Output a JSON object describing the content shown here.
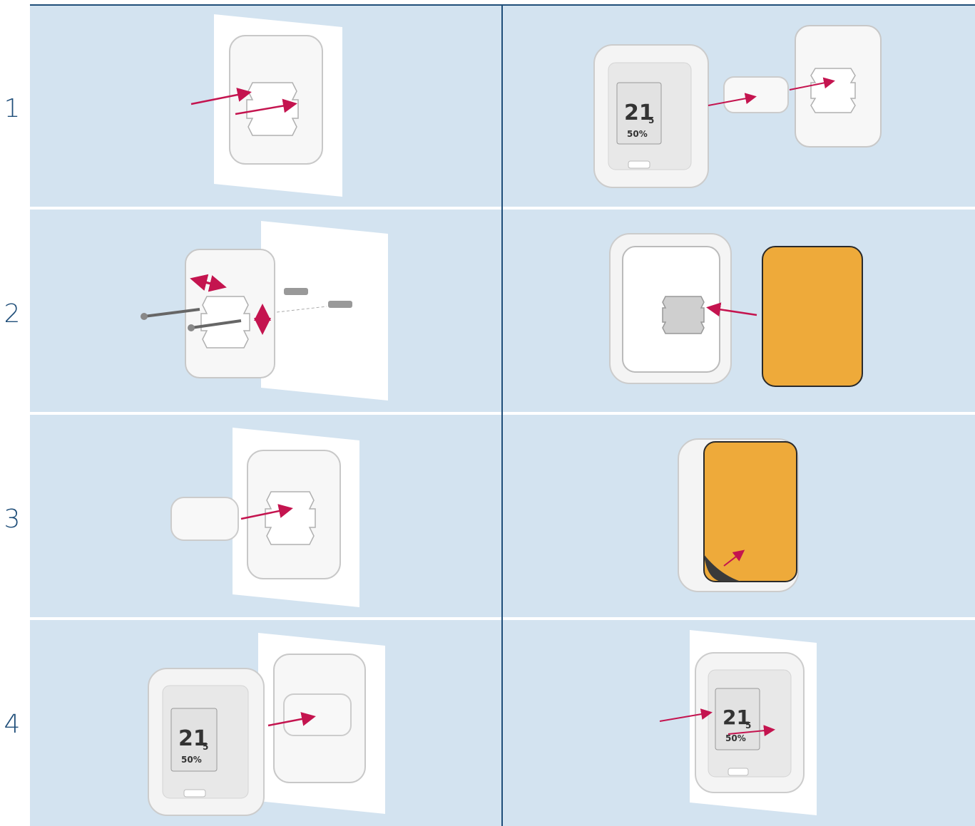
{
  "steps": [
    {
      "number": "1"
    },
    {
      "number": "2"
    },
    {
      "number": "3"
    },
    {
      "number": "4"
    }
  ],
  "device_display": {
    "temp_whole": "21",
    "temp_decimal": "5",
    "humidity": "50%"
  },
  "colors": {
    "panel_background": "#d3e3f0",
    "grid_line": "#1f4e79",
    "step_number": "#1f4e79",
    "arrow": "#c4144f",
    "adhesive_pad": "#eeaa3a"
  }
}
